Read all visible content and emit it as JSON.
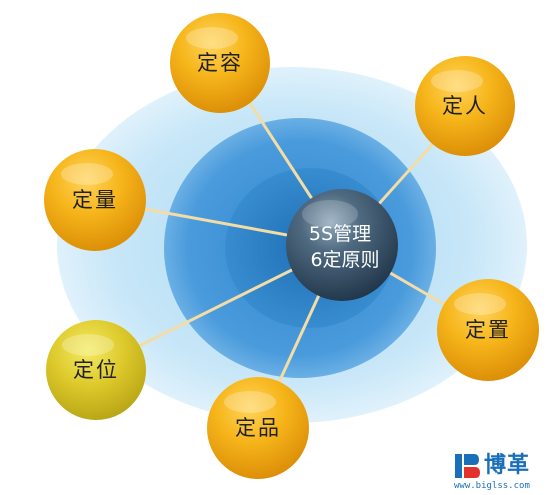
{
  "center": {
    "line1": "5S管理",
    "line2": "6定原则"
  },
  "nodes": [
    {
      "id": "rong",
      "label": "定容",
      "color": "orange"
    },
    {
      "id": "ren",
      "label": "定人",
      "color": "orange"
    },
    {
      "id": "liang",
      "label": "定量",
      "color": "orange"
    },
    {
      "id": "zhi",
      "label": "定置",
      "color": "orange"
    },
    {
      "id": "wei",
      "label": "定位",
      "color": "yellow-green"
    },
    {
      "id": "pin",
      "label": "定品",
      "color": "orange"
    }
  ],
  "colors": {
    "orange": "#f2a70c",
    "yellow_green": "#d8c21a",
    "outer_ring": "#c9e6f6",
    "middle_ring": "#3f93d6",
    "inner_ring": "#2a7fc6",
    "center_sphere": "#3d566a",
    "connector": "#f1d9a0"
  },
  "logo": {
    "name": "博革",
    "url": "www.biglss.com"
  }
}
